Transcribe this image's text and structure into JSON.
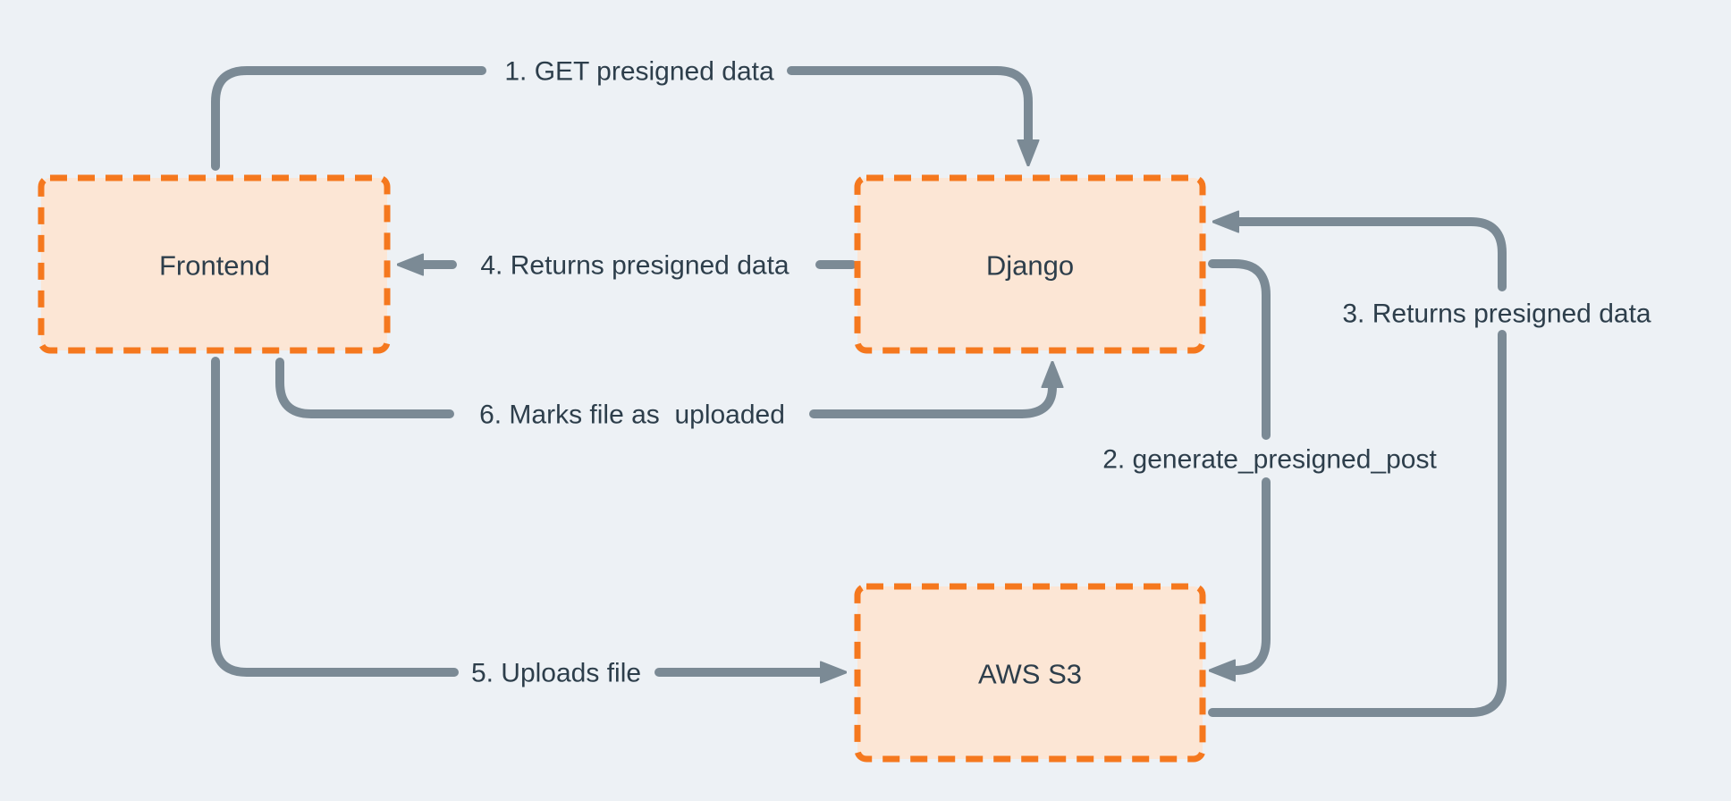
{
  "diagram": {
    "nodes": [
      {
        "id": "frontend",
        "label": "Frontend"
      },
      {
        "id": "django",
        "label": "Django"
      },
      {
        "id": "aws_s3",
        "label": "AWS S3"
      }
    ],
    "edges": [
      {
        "step": 1,
        "from": "frontend",
        "to": "django",
        "label": "1. GET presigned data"
      },
      {
        "step": 2,
        "from": "django",
        "to": "aws_s3",
        "label": "2. generate_presigned_post"
      },
      {
        "step": 3,
        "from": "aws_s3",
        "to": "django",
        "label": "3. Returns presigned data"
      },
      {
        "step": 4,
        "from": "django",
        "to": "frontend",
        "label": "4. Returns presigned data"
      },
      {
        "step": 5,
        "from": "frontend",
        "to": "aws_s3",
        "label": "5. Uploads file"
      },
      {
        "step": 6,
        "from": "frontend",
        "to": "django",
        "label": "6. Marks file as  uploaded"
      }
    ]
  },
  "colors": {
    "background": "#edf1f5",
    "node_fill": "#fce6d5",
    "node_border": "#f5781e",
    "connector": "#7b8a95",
    "text": "#2d3e4b"
  }
}
